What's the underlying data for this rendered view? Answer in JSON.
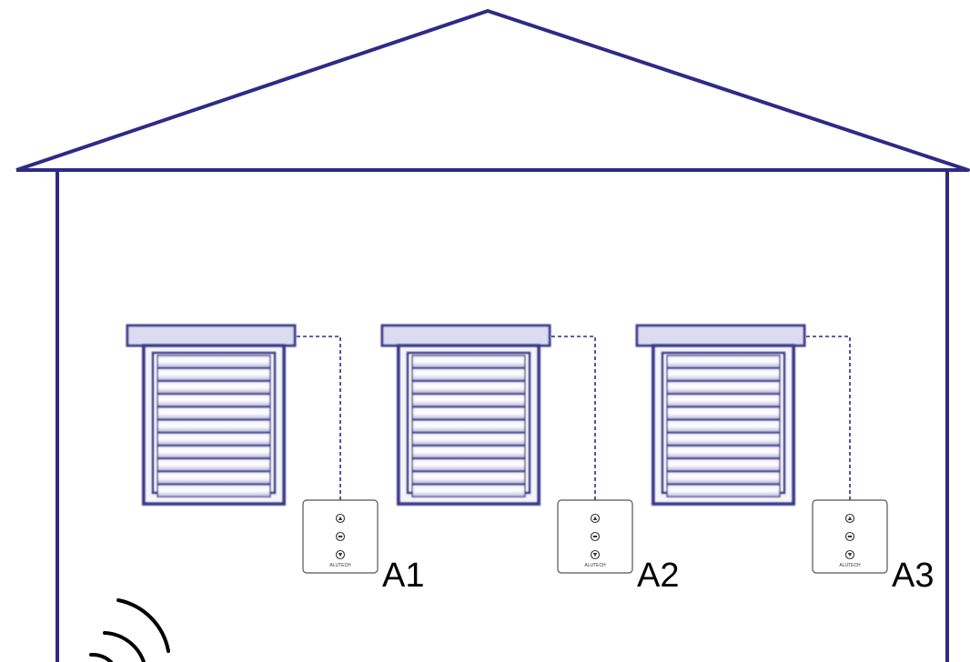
{
  "diagram": {
    "colors": {
      "house_outline": "#2e2a86",
      "shutter_frame": "#3a3790",
      "shutter_fill": "#dcdcf0",
      "slat_light": "#ececf8",
      "wire": "#2e2a86",
      "remote_border": "#555555",
      "wireless_arc": "#000000"
    },
    "shutters": [
      {
        "slats": 11,
        "remote": {
          "label": "A1",
          "brand": "ALUTECH",
          "buttons": [
            "up-button",
            "stop-button",
            "down-button"
          ]
        }
      },
      {
        "slats": 11,
        "remote": {
          "label": "A2",
          "brand": "ALUTECH",
          "buttons": [
            "up-button",
            "stop-button",
            "down-button"
          ]
        }
      },
      {
        "slats": 11,
        "remote": {
          "label": "A3",
          "brand": "ALUTECH",
          "buttons": [
            "up-button",
            "stop-button",
            "down-button"
          ]
        }
      }
    ],
    "icons": [
      "house-outline-icon",
      "roller-shutter-icon",
      "wall-switch-icon",
      "wireless-signal-icon"
    ]
  }
}
